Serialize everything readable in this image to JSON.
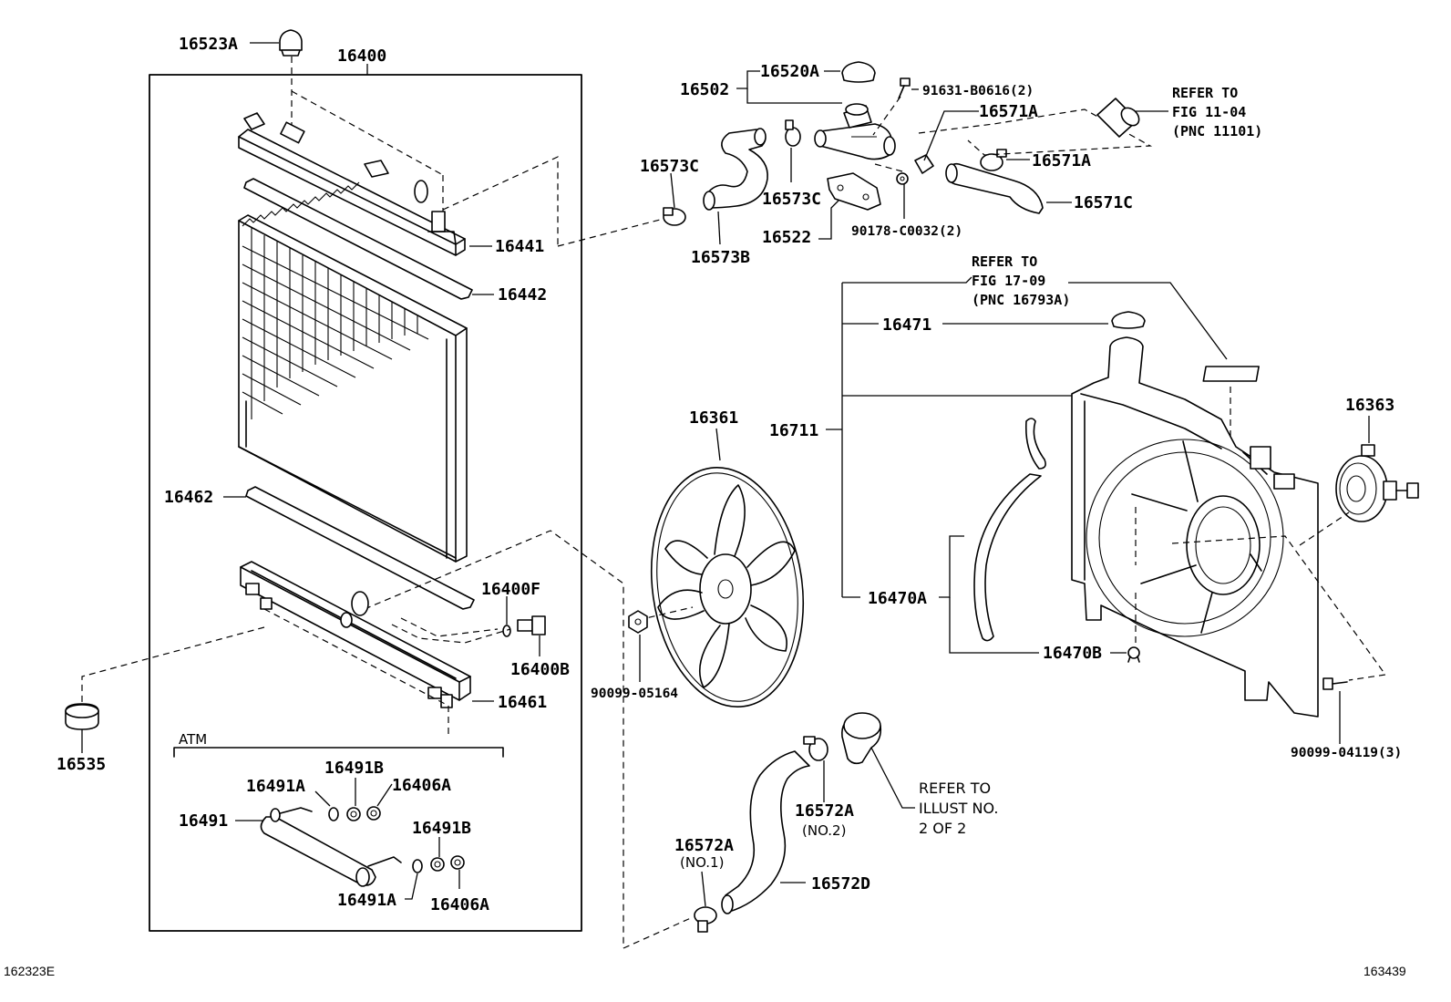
{
  "diagram": {
    "part_labels": {
      "p16523A": "16523A",
      "p16400": "16400",
      "p16441": "16441",
      "p16442": "16442",
      "p16462": "16462",
      "p16400F": "16400F",
      "p16400B": "16400B",
      "p16461": "16461",
      "p16535": "16535",
      "atm": "ATM",
      "p16491B_1": "16491B",
      "p16491A_1": "16491A",
      "p16406A_1": "16406A",
      "p16491": "16491",
      "p16491B_2": "16491B",
      "p16491A_2": "16491A",
      "p16406A_2": "16406A",
      "p16520A": "16520A",
      "p16502": "16502",
      "p91631": "91631-B0616(2)",
      "p16571A_1": "16571A",
      "p16571A_2": "16571A",
      "p16571C": "16571C",
      "p16573C_1": "16573C",
      "p16573C_2": "16573C",
      "p16573B": "16573B",
      "p16522": "16522",
      "p90178": "90178-C0032(2)",
      "p16471": "16471",
      "p16711": "16711",
      "p16470A": "16470A",
      "p16470B": "16470B",
      "p16361": "16361",
      "p90099_05164": "90099-05164",
      "p16363": "16363",
      "p90099_04119": "90099-04119(3)",
      "p16572A_1": "16572A",
      "p16572A_1_sub": "(NO.1)",
      "p16572A_2": "16572A",
      "p16572A_2_sub": "(NO.2)",
      "p16572D": "16572D"
    },
    "references": {
      "ref1": [
        "REFER TO",
        "FIG 11-04",
        "(PNC 11101)"
      ],
      "ref2": [
        "REFER TO",
        "FIG 17-09",
        "(PNC 16793A)"
      ],
      "ref3": [
        "REFER TO",
        "ILLUST NO.",
        "2 OF 2"
      ]
    },
    "footer": {
      "left_code": "162323E",
      "right_code": "163439"
    }
  }
}
